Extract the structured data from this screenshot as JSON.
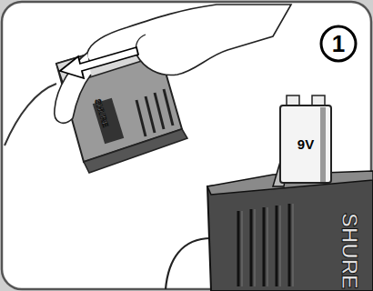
{
  "diagram": {
    "nodes": [
      {
        "text": [
          "1"
        ]
      },
      {
        "text": [
          "9V"
        ]
      }
    ],
    "labels": [
      "SHURE",
      "SHURE"
    ]
  }
}
